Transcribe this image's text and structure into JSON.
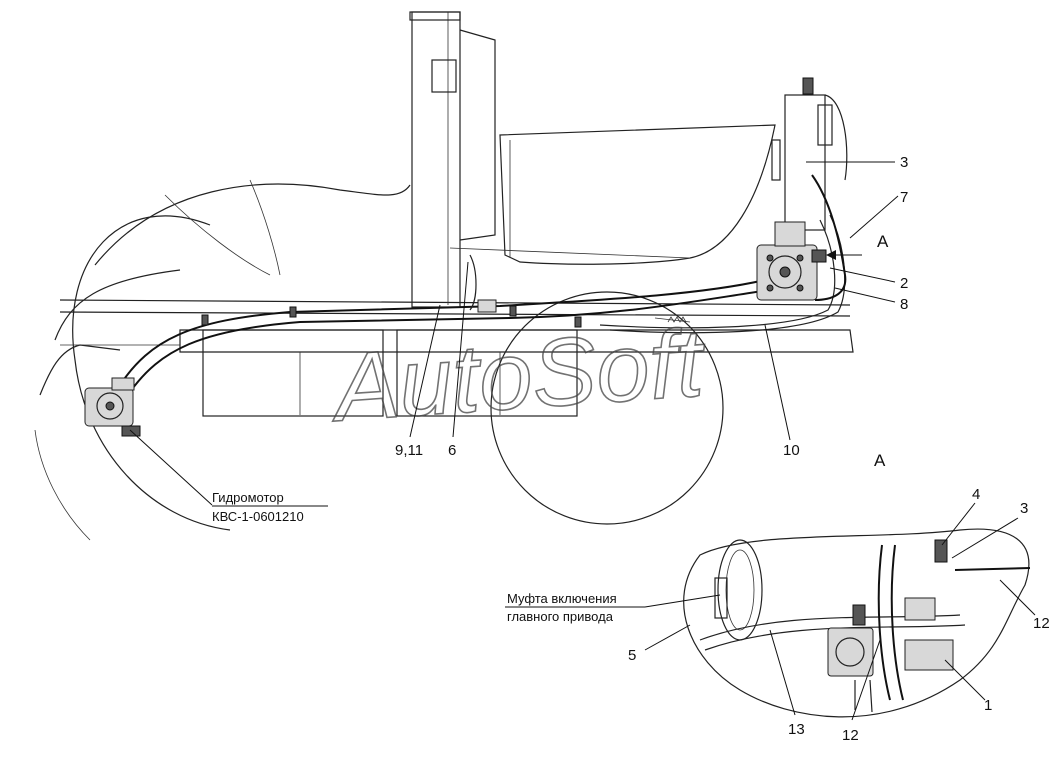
{
  "callouts": {
    "c3_top": "3",
    "c7": "7",
    "c2": "2",
    "c8": "8",
    "c9_11": "9,11",
    "c6": "6",
    "c10": "10",
    "cA_arrow": "A",
    "view_A": "A",
    "c4": "4",
    "c3_view": "3",
    "c12_right": "12",
    "c5": "5",
    "c13": "13",
    "c12_bottom": "12",
    "c1": "1"
  },
  "notes": {
    "motor_line1": "Гидромотор",
    "motor_line2": "КВС-1-0601210",
    "clutch_line1": "Муфта включения",
    "clutch_line2": "главного привода"
  },
  "watermark": "AutoSoft"
}
